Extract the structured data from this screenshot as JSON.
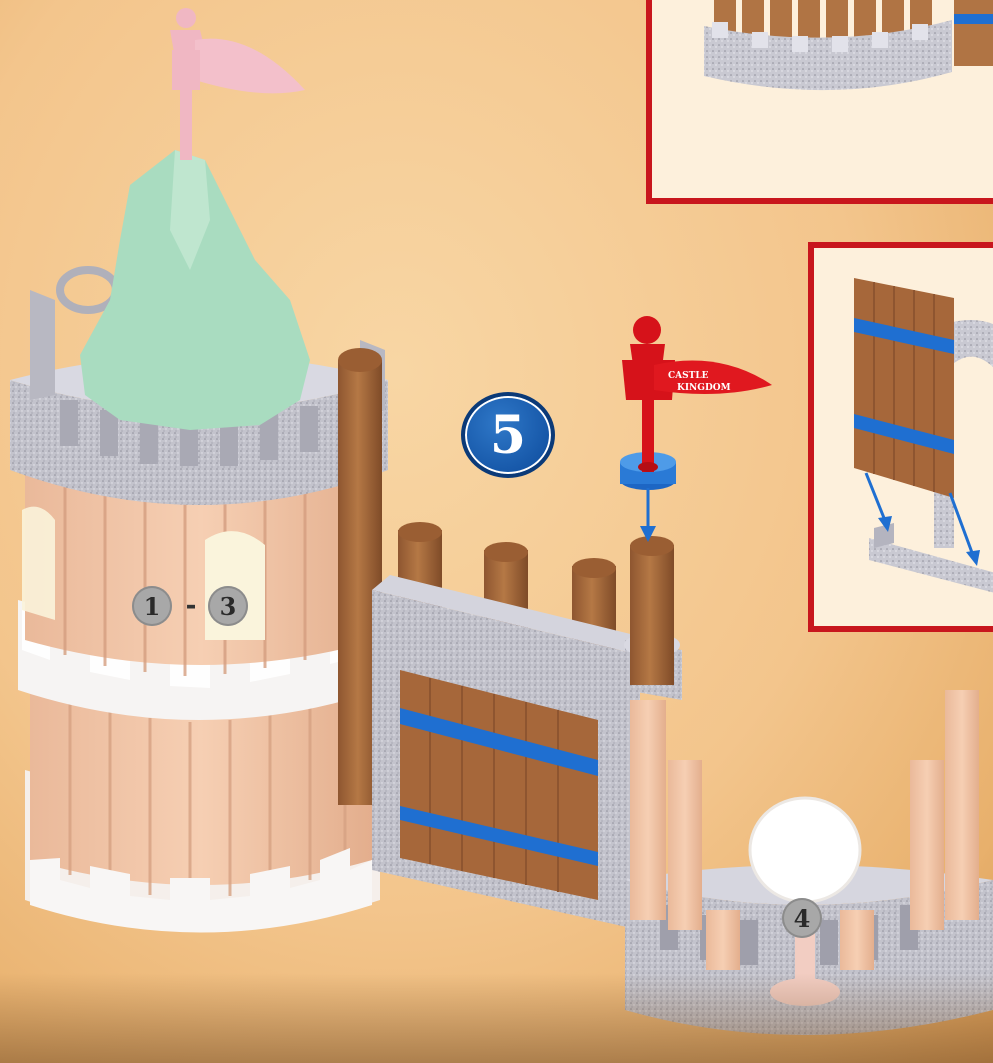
{
  "step": {
    "number": "5"
  },
  "part_labels": {
    "range_start": "1",
    "range_sep": "-",
    "range_end": "3",
    "single": "4"
  },
  "flag": {
    "line1": "CASTLE",
    "line2": "KINGDOM"
  },
  "colors": {
    "background": "#f3c58c",
    "inset_border": "#c8161d",
    "step_badge": "#1657a8",
    "wood": "#a8693a",
    "gate_stripe": "#1f6fd1",
    "stone": "#b9b9c4",
    "flag": "#d6121a"
  }
}
